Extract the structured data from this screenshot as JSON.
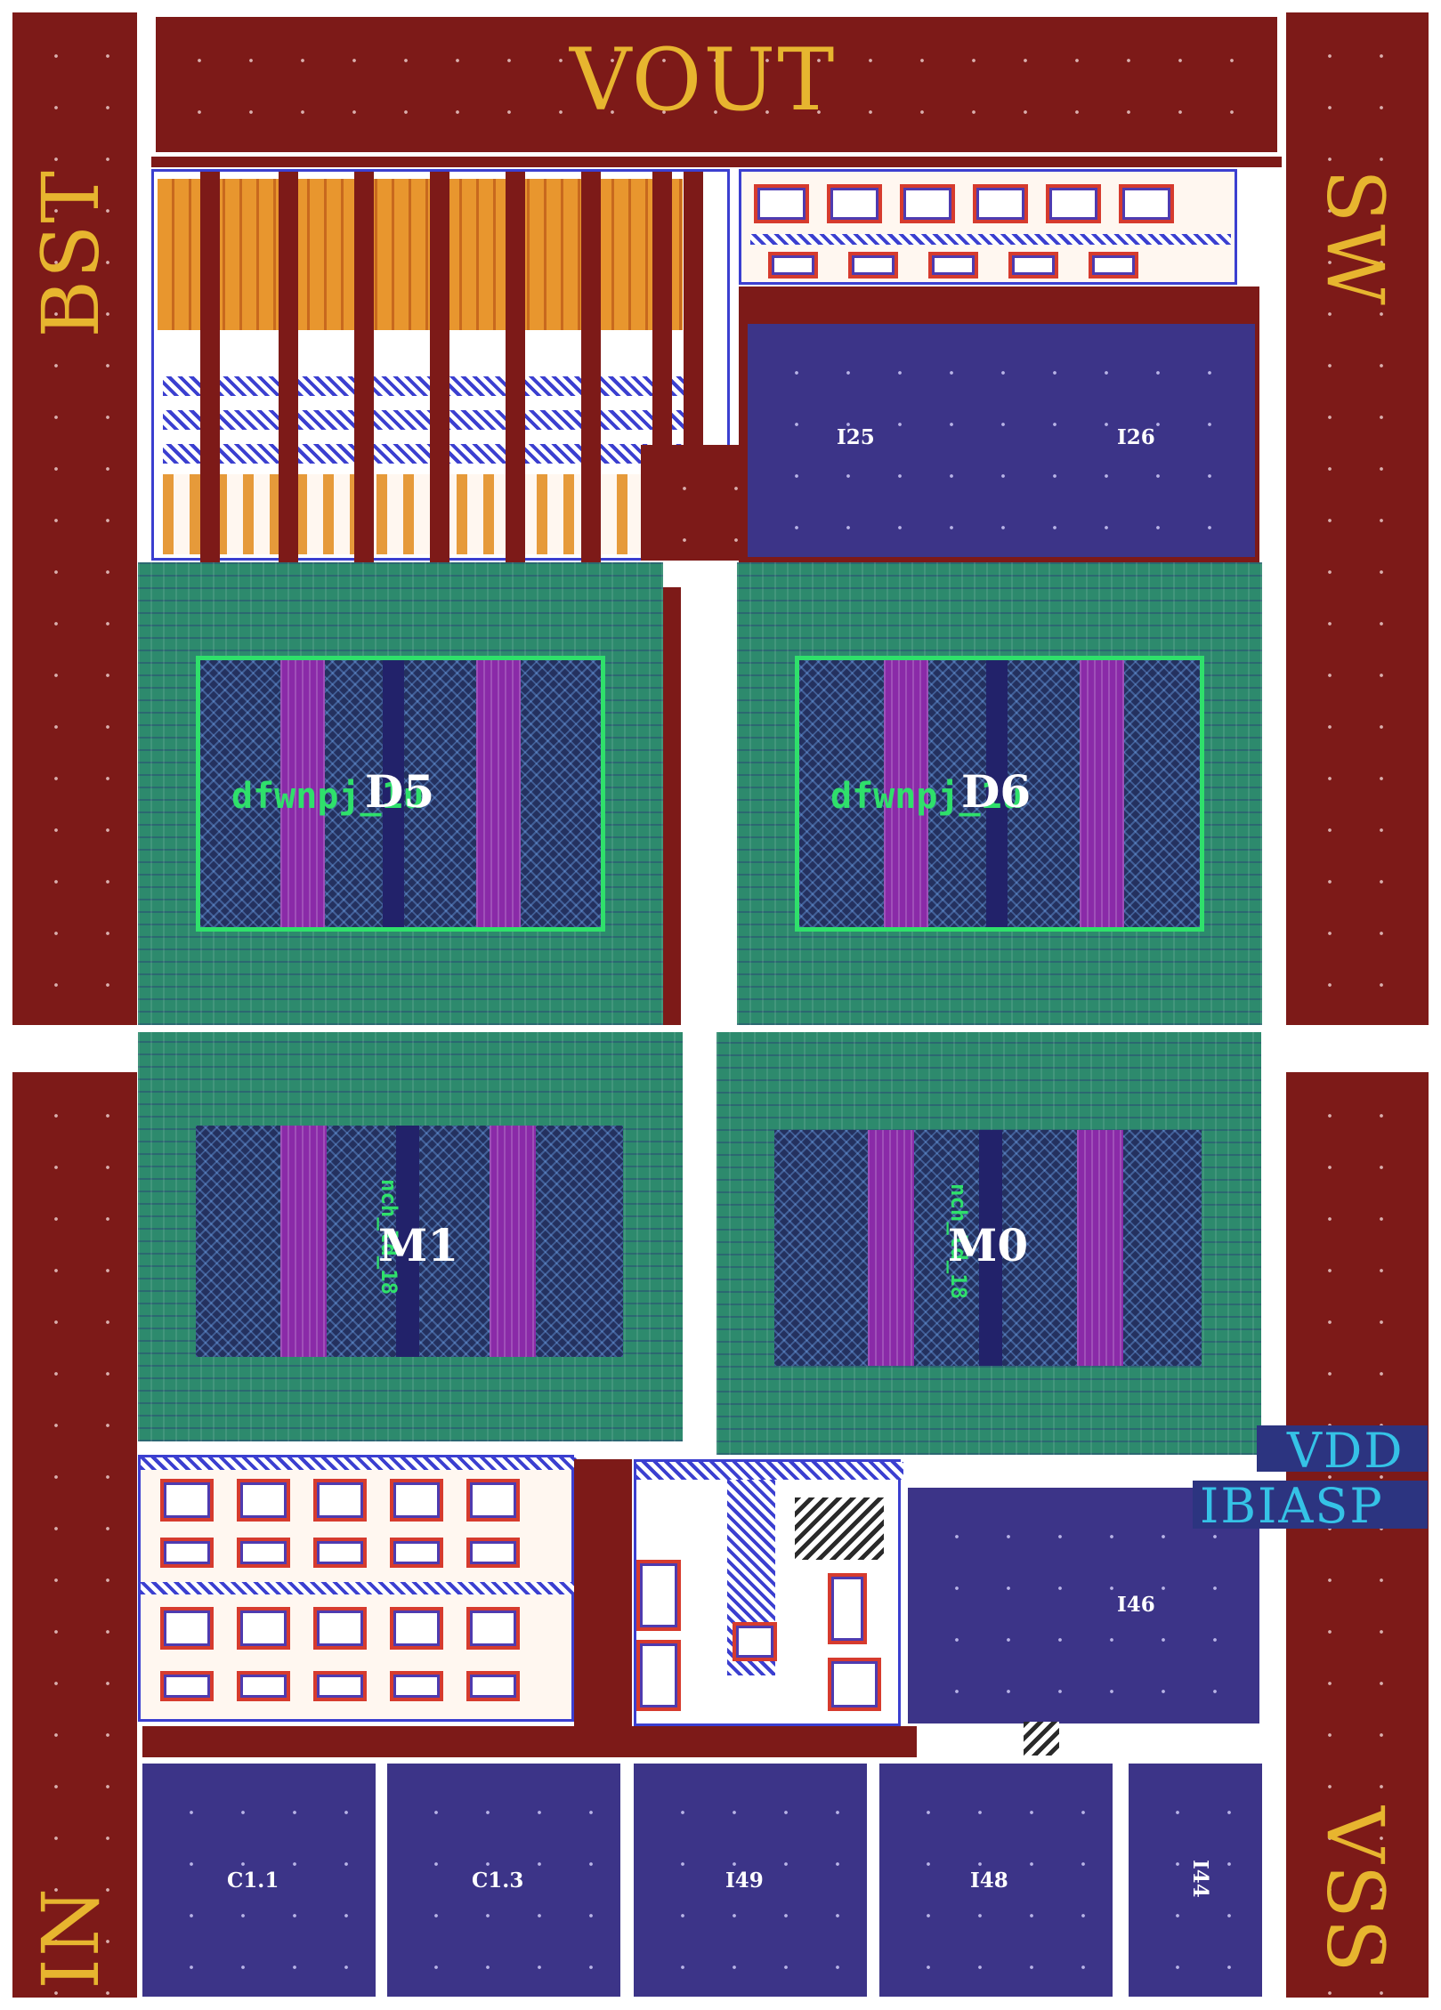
{
  "pins": {
    "vout": "VOUT",
    "bst": "BST",
    "sw": "SW",
    "in": "IN",
    "vss": "VSS",
    "vdd": "VDD",
    "ibiasp": "IBIASP"
  },
  "devices": {
    "d5": "D5",
    "d6": "D6",
    "m1": "M1",
    "m0": "M0",
    "d5_param": "dfwnpj_1u",
    "d6_param": "dfwnpj_1u",
    "mos_param": "nch_ld_18"
  },
  "blocks": {
    "i25": "I25",
    "i26": "I26",
    "i46": "I46",
    "c11": "C1.1",
    "c13": "C1.3",
    "i49": "I49",
    "i48": "I48",
    "i44": "I44"
  },
  "colors": {
    "metal": "#7d1a18",
    "poly_block": "#3c3488",
    "pin_text": "#e7b52f",
    "pin_text_cyan": "#35c2e6",
    "device_guard": "#2d8a6d",
    "device_label": "#ffffff",
    "param_label": "#2fe06b"
  }
}
